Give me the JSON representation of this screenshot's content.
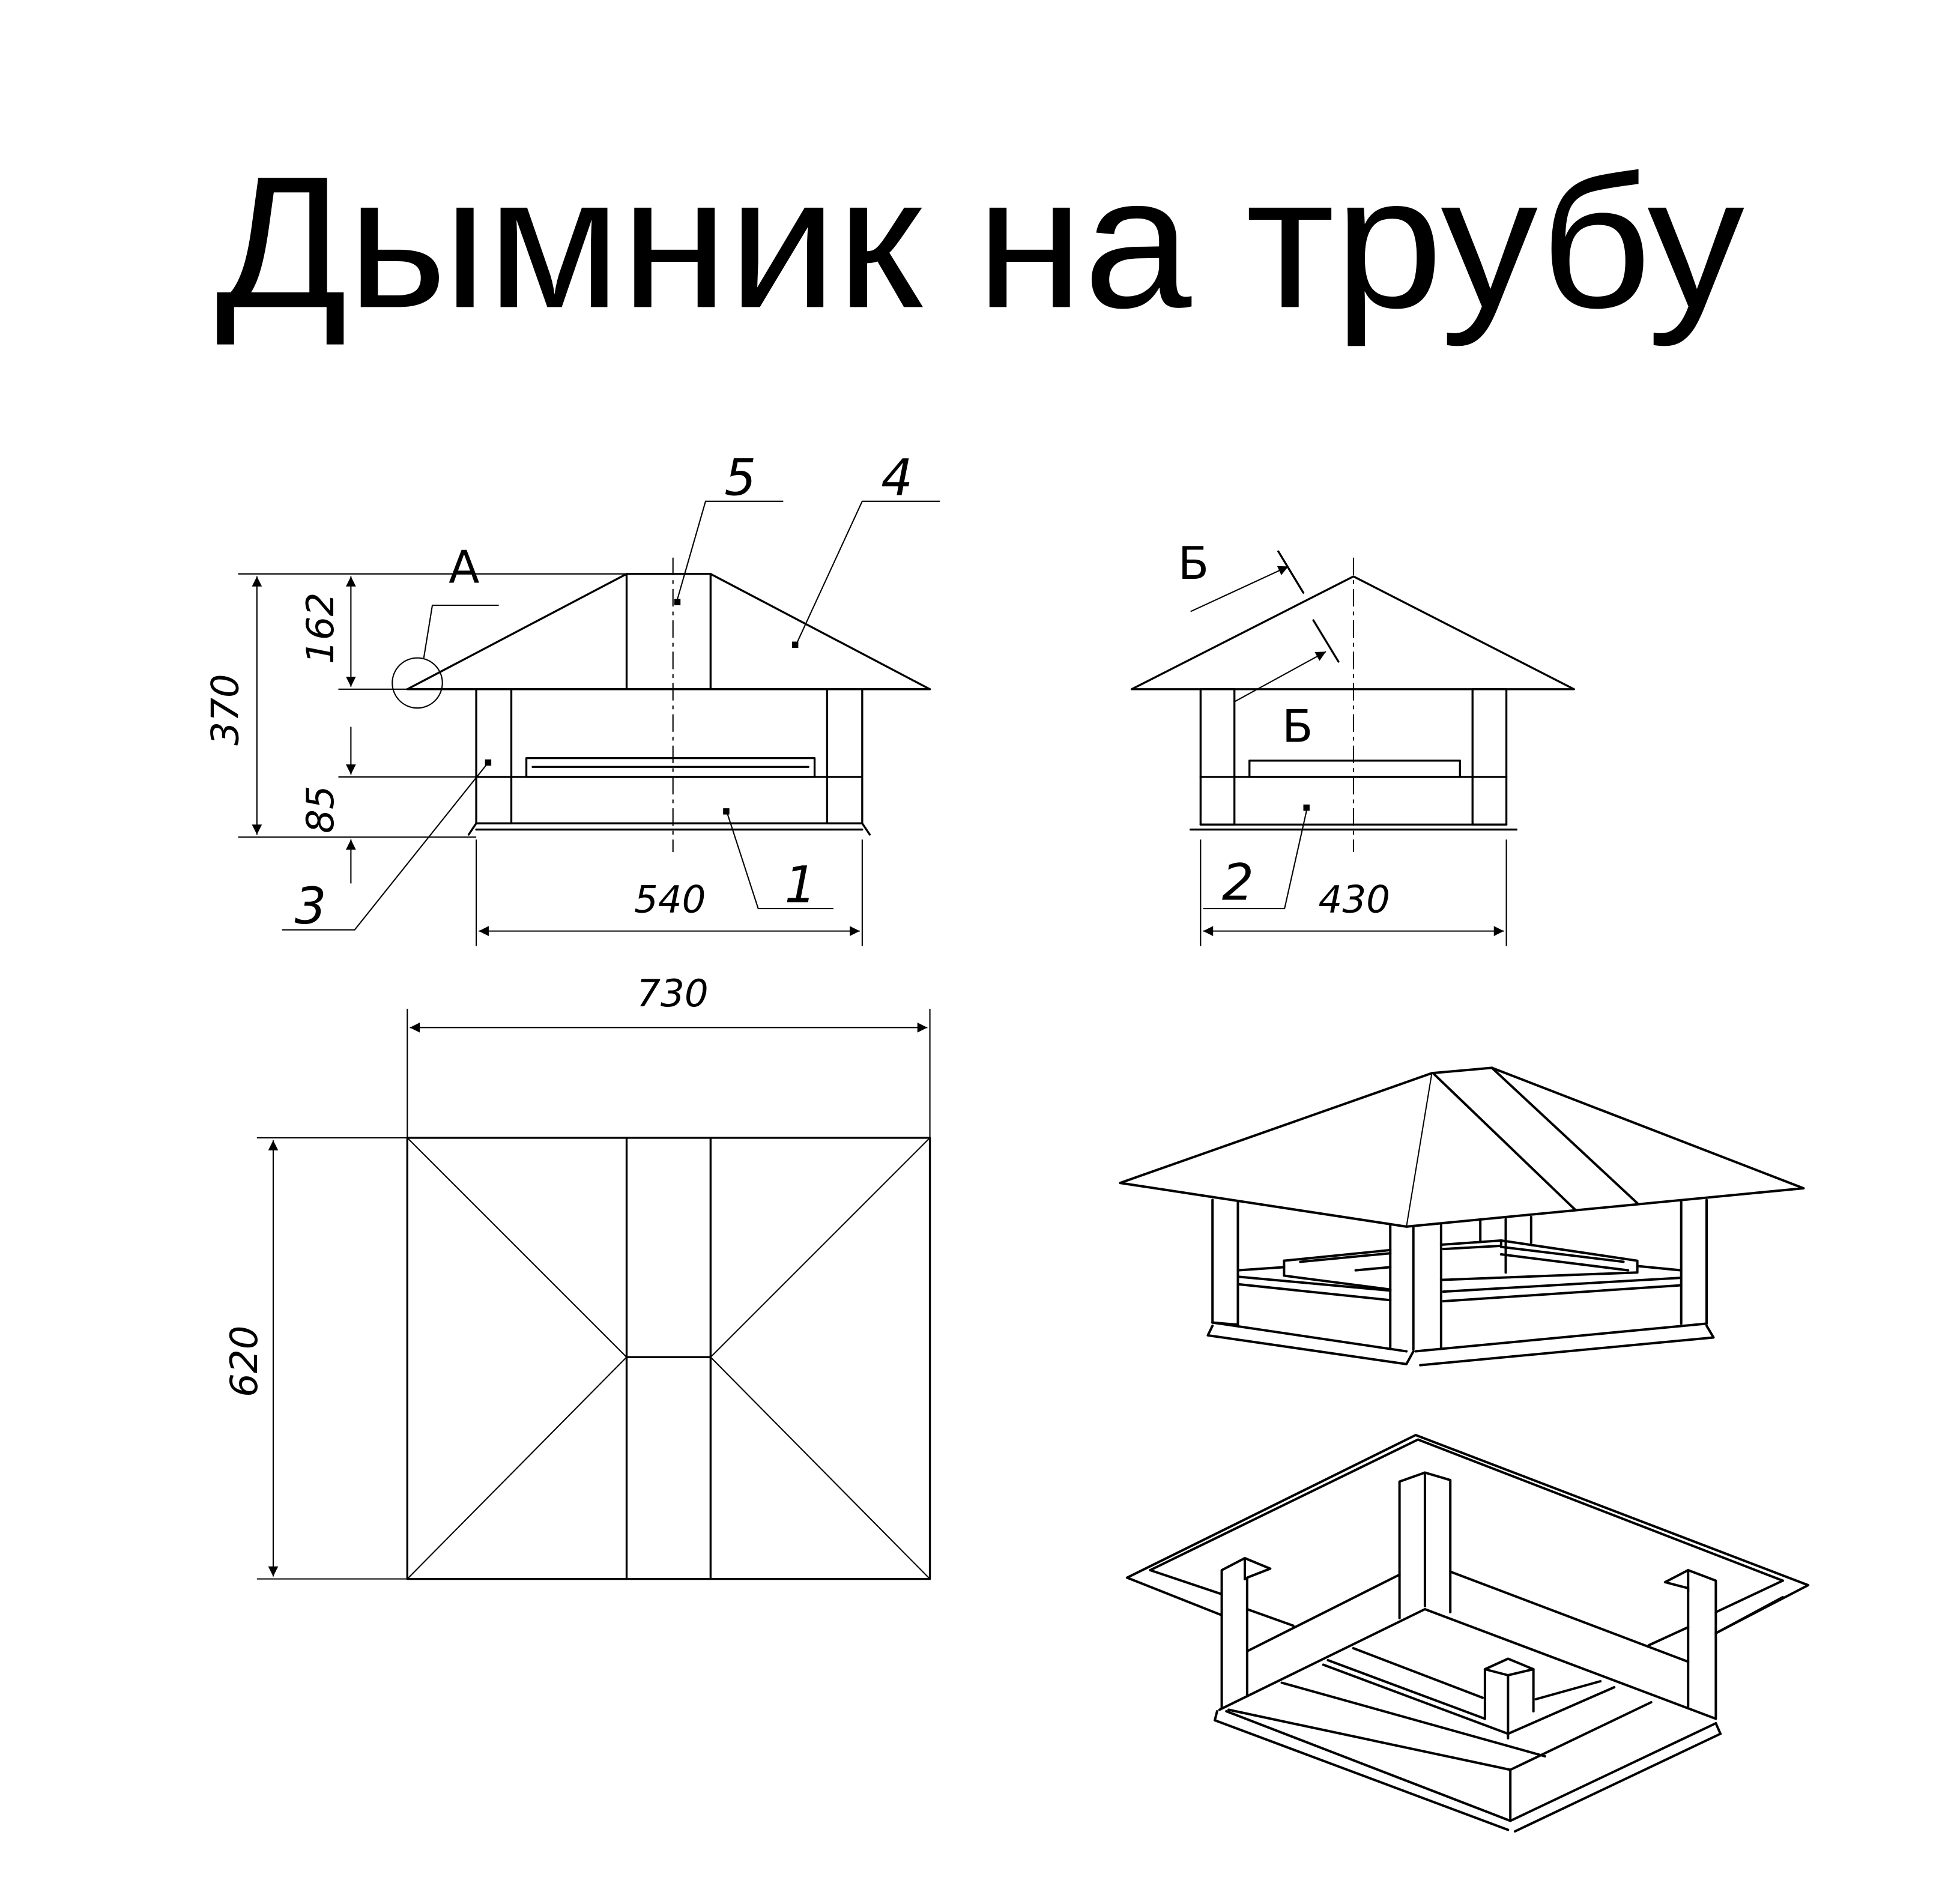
{
  "title": "Дымник на трубу",
  "front_view": {
    "labels": {
      "part5": "5",
      "part4": "4",
      "detail_a": "А",
      "part3": "3",
      "part1": "1"
    },
    "dimensions": {
      "total_height": "370",
      "roof_height": "162",
      "base_height": "85",
      "width": "540"
    }
  },
  "side_view": {
    "labels": {
      "section_b_top": "Б",
      "section_b_bottom": "Б",
      "part2": "2"
    },
    "dimensions": {
      "width": "430"
    }
  },
  "plan_view": {
    "dimensions": {
      "length": "730",
      "width": "620"
    }
  },
  "colors": {
    "line": "#000000",
    "background": "#ffffff"
  }
}
